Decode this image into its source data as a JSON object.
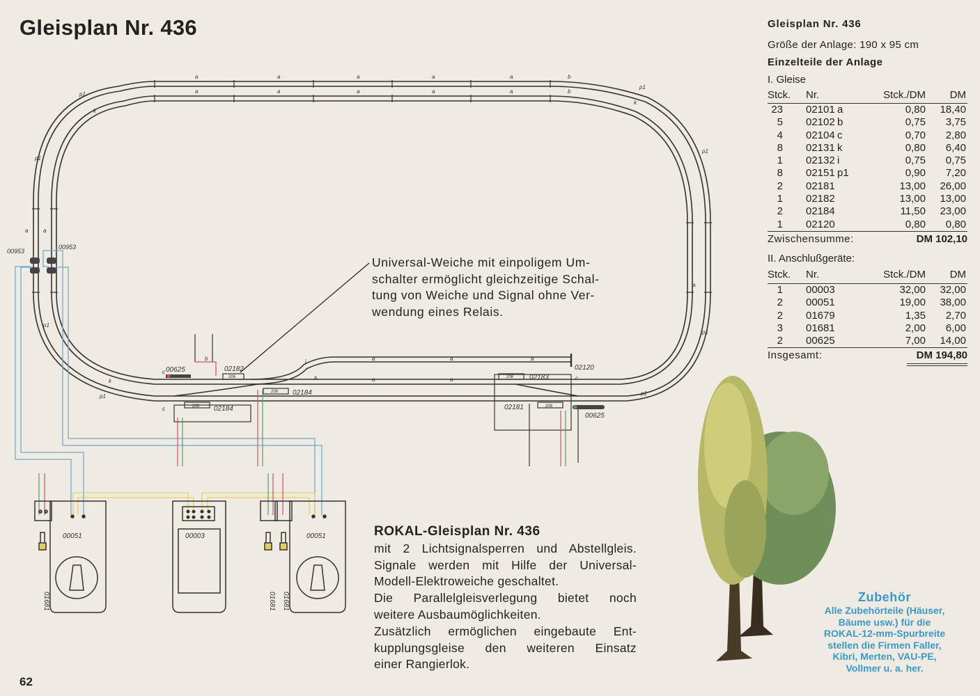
{
  "title": "Gleisplan Nr. 436",
  "page_number": "62",
  "note_lines": [
    "Universal-Weiche mit einpoligem Um-",
    "schalter ermöglicht gleichzeitige Schal-",
    "tung von Weiche und Signal ohne Ver-",
    "wendung eines Relais."
  ],
  "description": {
    "heading": "ROKAL-Gleisplan Nr. 436",
    "lines": [
      "mit 2 Lichtsignalsperren und Abstellgleis.",
      "Signale werden mit Hilfe der Universal-",
      "Modell-Elektroweiche geschaltet.",
      "Die Parallelgleisverlegung bietet noch",
      "weitere Ausbaumöglichkeiten.",
      "Zusätzlich ermöglichen eingebaute Ent-",
      "kupplungsgleise den weiteren Einsatz",
      "einer Rangierlok."
    ]
  },
  "parts_list": {
    "title": "Gleisplan Nr. 436",
    "size": "Größe der Anlage: 190 x 95 cm",
    "subtitle": "Einzelteile der Anlage",
    "section1": {
      "title": "I. Gleise",
      "headers": [
        "Stck.",
        "Nr.",
        "",
        "Stck./DM",
        "DM"
      ],
      "rows": [
        [
          "23",
          "02101",
          "a",
          "0,80",
          "18,40"
        ],
        [
          "5",
          "02102",
          "b",
          "0,75",
          "3,75"
        ],
        [
          "4",
          "02104",
          "c",
          "0,70",
          "2,80"
        ],
        [
          "8",
          "02131",
          "k",
          "0,80",
          "6,40"
        ],
        [
          "1",
          "02132",
          "i",
          "0,75",
          "0,75"
        ],
        [
          "8",
          "02151",
          "p1",
          "0,90",
          "7,20"
        ],
        [
          "2",
          "02181",
          "",
          "13,00",
          "26,00"
        ],
        [
          "1",
          "02182",
          "",
          "13,00",
          "13,00"
        ],
        [
          "2",
          "02184",
          "",
          "11,50",
          "23,00"
        ],
        [
          "1",
          "02120",
          "",
          "0,80",
          "0,80"
        ]
      ],
      "subtotal_label": "Zwischensumme:",
      "subtotal_value": "DM 102,10"
    },
    "section2": {
      "title": "II. Anschlußgeräte:",
      "headers": [
        "Stck.",
        "Nr.",
        "",
        "Stck./DM",
        "DM"
      ],
      "rows": [
        [
          "1",
          "00003",
          "",
          "32,00",
          "32,00"
        ],
        [
          "2",
          "00051",
          "",
          "19,00",
          "38,00"
        ],
        [
          "2",
          "01679",
          "",
          "1,35",
          "2,70"
        ],
        [
          "3",
          "01681",
          "",
          "2,00",
          "6,00"
        ],
        [
          "2",
          "00625",
          "",
          "7,00",
          "14,00"
        ]
      ],
      "total_label": "Insgesamt:",
      "total_value": "DM 194,80"
    }
  },
  "accessories": {
    "heading": "Zubehör",
    "lines": [
      "Alle Zubehörteile (Häuser,",
      "Bäume usw.) für die",
      "ROKAL-12-mm-Spurbreite",
      "stellen die Firmen Faller,",
      "Kibri, Merten, VAU-PE,",
      "Vollmer u. a. her."
    ]
  },
  "diagram_labels": {
    "track_a": "a",
    "track_b": "b",
    "track_c": "c",
    "track_k": "k",
    "track_i": "i",
    "track_p1": "p1",
    "signal_left_1": "00953",
    "signal_left_2": "00953",
    "uncoupler_left": "00625",
    "uncoupler_right": "00625",
    "switch_02182": "02182",
    "switch_02184_a": "02184",
    "switch_02184_b": "02184",
    "switch_02183": "02183",
    "switch_02181": "02181",
    "buffer_02120": "02120",
    "box_206": "206",
    "controller_1": "00051",
    "controller_2": "00003",
    "controller_3": "00051",
    "panel_label_1": "01681",
    "panel_label_2": "01681",
    "panel_label_3": "01681"
  },
  "colors": {
    "background": "#efebe3",
    "track": "#333333",
    "wire_blue": "#6fa8cf",
    "wire_yellow": "#e3cf63",
    "wire_red": "#c8556a",
    "wire_green": "#5a9a6a",
    "accent_blue": "#3b98c4"
  }
}
